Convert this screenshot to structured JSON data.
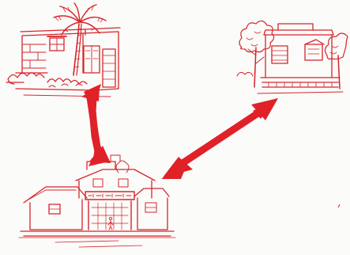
{
  "colors": {
    "ink": "#d6242a",
    "arrow": "#e02128",
    "paper": "#fbfbf9"
  },
  "illustrations": [
    {
      "name": "house-with-palm-tree",
      "label_text": ""
    },
    {
      "name": "house-with-trees",
      "label_text": ""
    },
    {
      "name": "school-complex",
      "sign_text": ""
    }
  ],
  "arrows": [
    {
      "name": "double-arrow-vertical",
      "connects": [
        "house-with-palm-tree",
        "school-complex"
      ]
    },
    {
      "name": "double-arrow-diagonal",
      "connects": [
        "house-with-trees",
        "school-complex"
      ]
    }
  ]
}
